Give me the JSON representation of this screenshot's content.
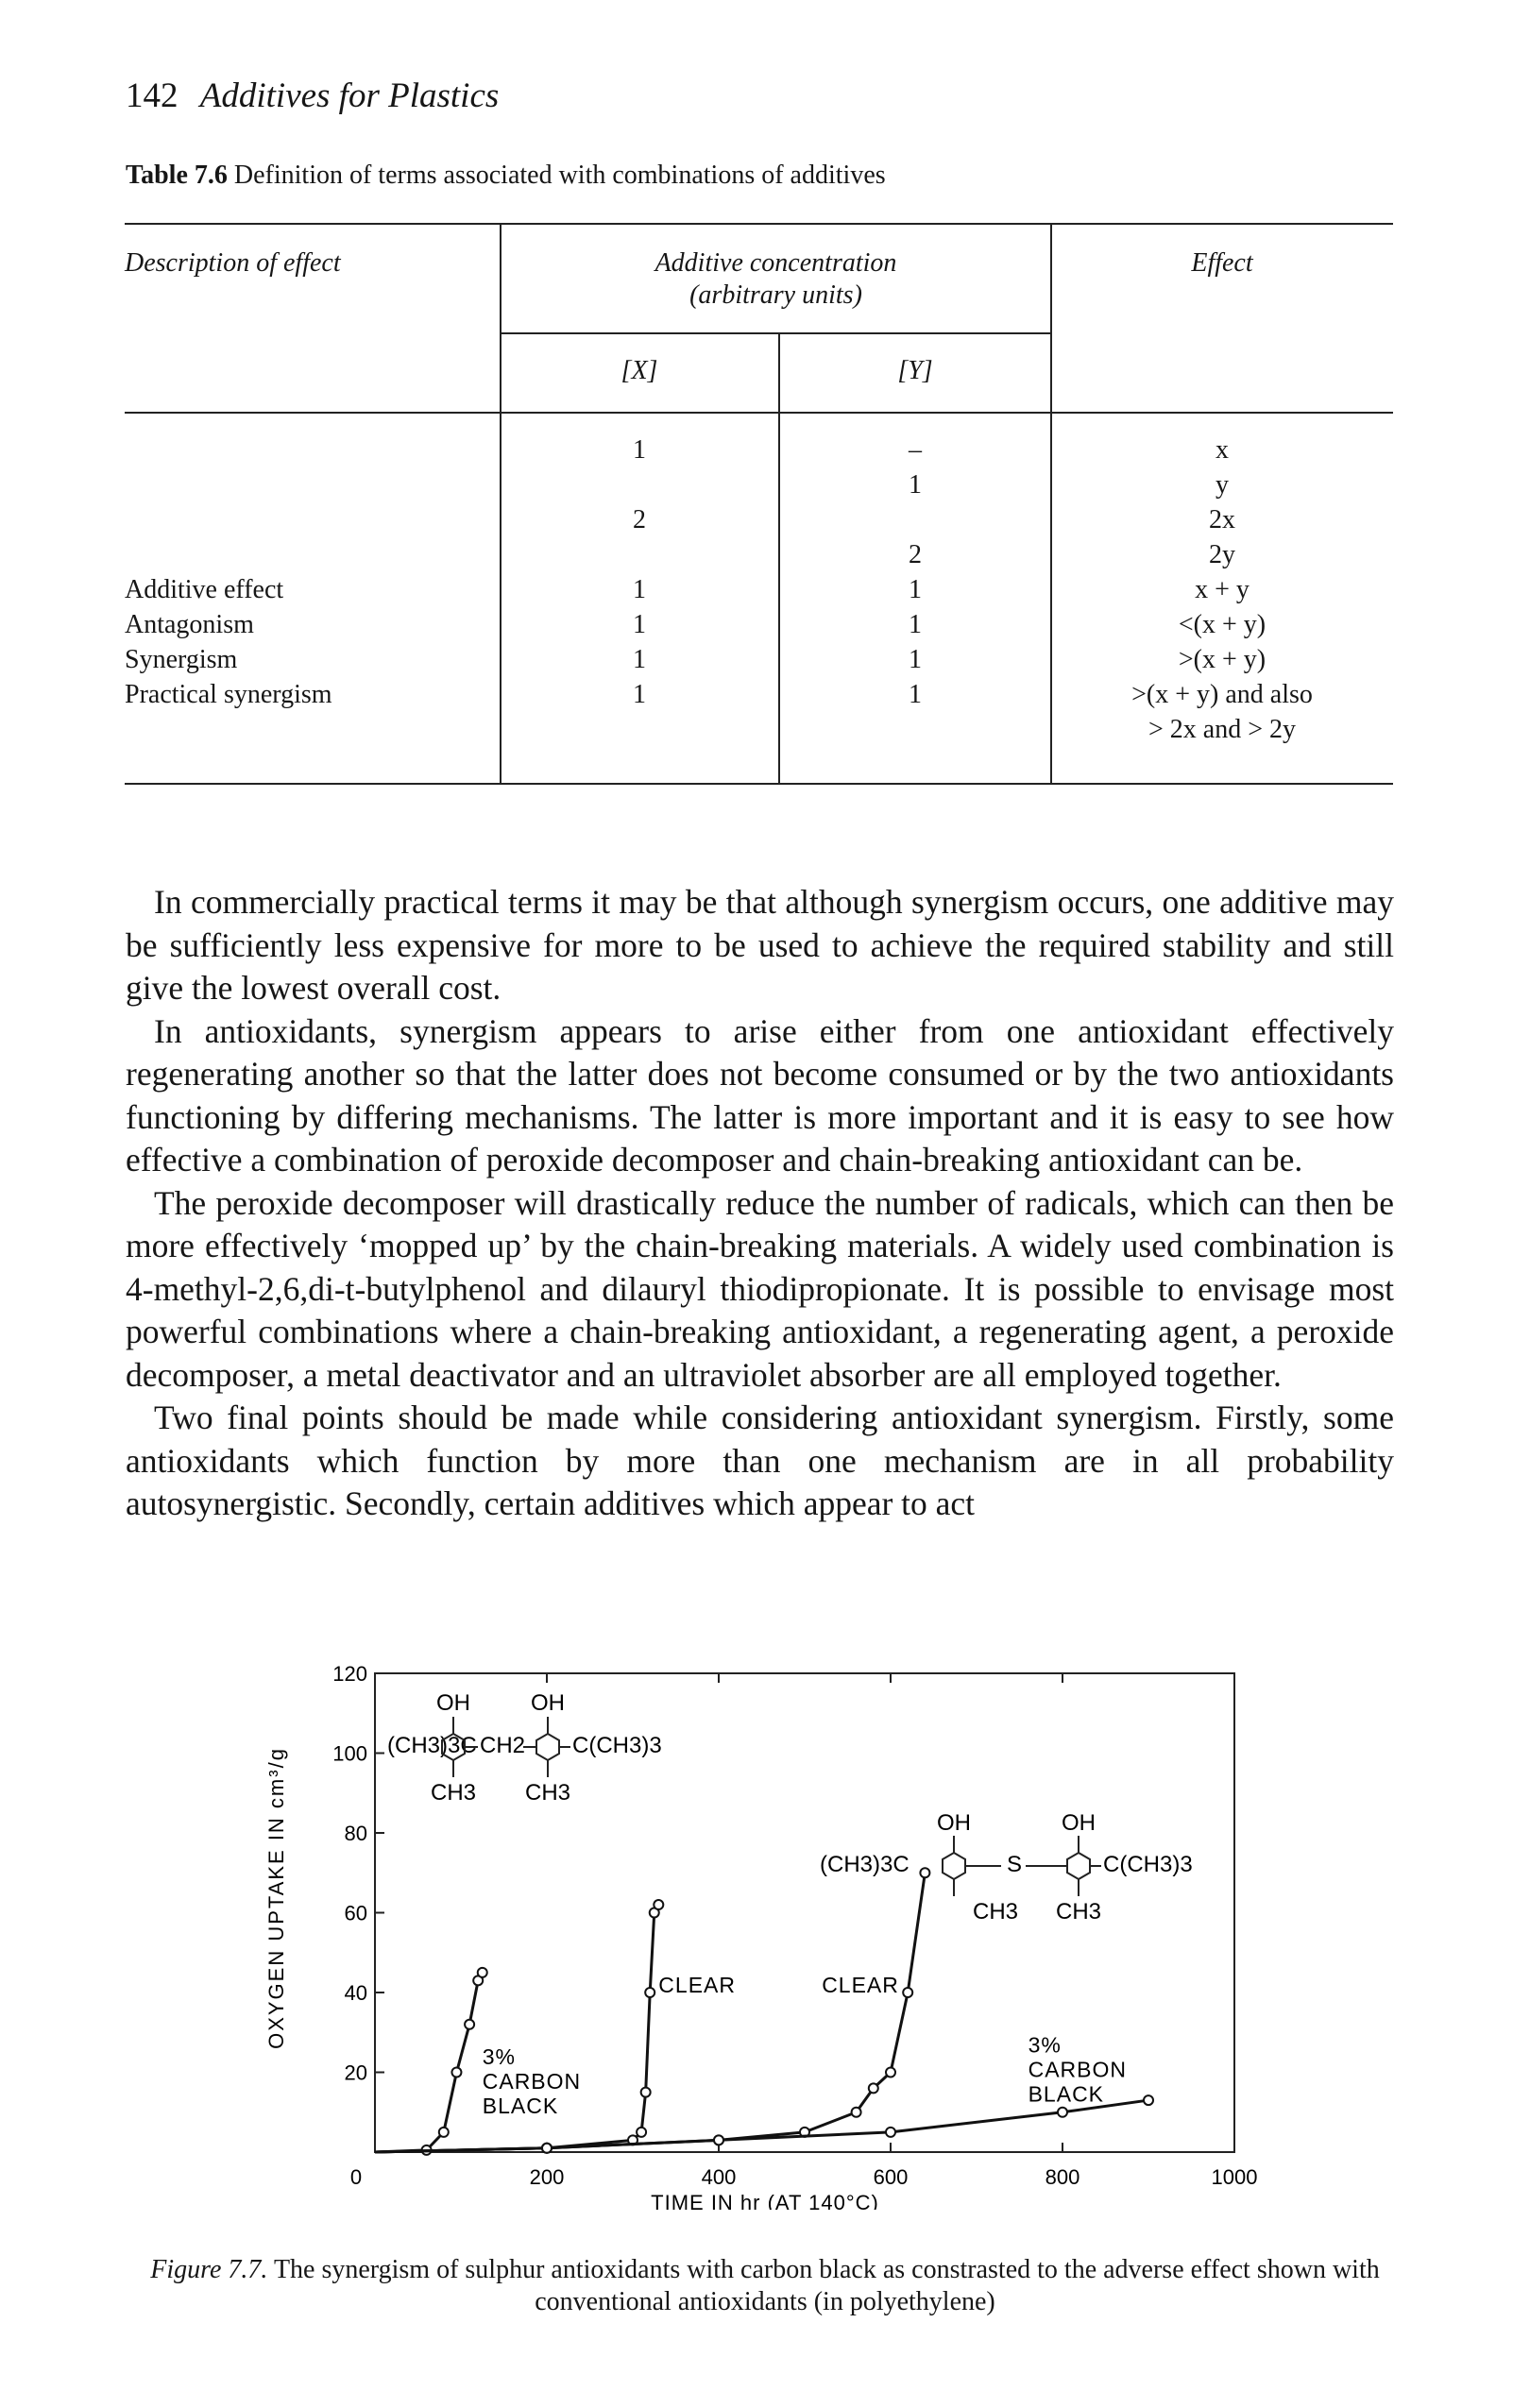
{
  "running_head": {
    "page_number": "142",
    "title": "Additives for Plastics"
  },
  "table": {
    "caption_label": "Table 7.6",
    "caption_text": "Definition of terms associated with combinations of additives",
    "headers": {
      "description": "Description of effect",
      "concentration_line1": "Additive concentration",
      "concentration_line2": "(arbitrary units)",
      "x": "[X]",
      "y": "[Y]",
      "effect": "Effect"
    },
    "rows": [
      {
        "description": "",
        "x": "1",
        "y": "–",
        "effect": "x"
      },
      {
        "description": "",
        "x": "",
        "y": "1",
        "effect": "y"
      },
      {
        "description": "",
        "x": "2",
        "y": "",
        "effect": "2x"
      },
      {
        "description": "",
        "x": "",
        "y": "2",
        "effect": "2y"
      },
      {
        "description": "Additive effect",
        "x": "1",
        "y": "1",
        "effect": "x + y"
      },
      {
        "description": "Antagonism",
        "x": "1",
        "y": "1",
        "effect": "<(x + y)"
      },
      {
        "description": "Synergism",
        "x": "1",
        "y": "1",
        "effect": ">(x + y)"
      },
      {
        "description": "Practical synergism",
        "x": "1",
        "y": "1",
        "effect": ">(x + y) and also"
      },
      {
        "description": "",
        "x": "",
        "y": "",
        "effect": "> 2x and > 2y"
      }
    ]
  },
  "paragraphs": [
    "In commercially practical terms it may be that although synergism occurs, one additive may be sufficiently less expensive for more to be used to achieve the required stability and still give the lowest overall cost.",
    "In antioxidants, synergism appears to arise either from one antioxidant effectively regenerating another so that the latter does not become consumed or by the two antioxidants functioning by differing mechanisms. The latter is more important and it is easy to see how effective a combination of peroxide decomposer and chain-breaking antioxidant can be.",
    "The peroxide decomposer will drastically reduce the number of radicals, which can then be more effectively ‘mopped up’ by the chain-breaking materials. A widely used combination is 4-methyl-2,6,di-t-butylphenol and dilauryl thiodipropionate. It is possible to envisage most powerful combinations where a chain-breaking antioxidant, a regenerating agent, a peroxide decomposer, a metal deactivator and an ultraviolet absorber are all employed together.",
    "Two final points should be made while considering antioxidant synergism. Firstly, some antioxidants which function by more than one mechanism are in all probability autosynergistic. Secondly, certain additives which appear to act"
  ],
  "figure": {
    "caption_label": "Figure 7.7.",
    "caption_text": "The synergism of sulphur antioxidants with carbon black as constrasted to the adverse effect shown with conventional antioxidants (in polyethylene)",
    "structure1": {
      "oh_left": "OH",
      "oh_right": "OH",
      "left_group": "(CH3)3C",
      "bridge": "CH2",
      "right_group": "C(CH3)3",
      "ch3_left": "CH3",
      "ch3_right": "CH3"
    },
    "structure2": {
      "oh_left": "OH",
      "oh_right": "OH",
      "left_group": "(CH3)3C",
      "bridge": "S",
      "right_group": "C(CH3)3",
      "ch3_left": "CH3",
      "ch3_right": "CH3"
    }
  },
  "chart_data": {
    "type": "line",
    "xlabel": "TIME IN hr (AT 140°C)",
    "ylabel": "OXYGEN UPTAKE IN cm³/g",
    "xlim": [
      0,
      1000
    ],
    "ylim": [
      0,
      120
    ],
    "x_ticks": [
      "0",
      "200",
      "400",
      "600",
      "800",
      "1000"
    ],
    "y_ticks": [
      "20",
      "40",
      "60",
      "80",
      "100",
      "120"
    ],
    "annotations": [
      {
        "text_lines": [
          "3%",
          "CARBON",
          "BLACK"
        ],
        "x": 125,
        "y": 22
      },
      {
        "text_lines": [
          "CLEAR"
        ],
        "x": 330,
        "y": 40
      },
      {
        "text_lines": [
          "CLEAR"
        ],
        "x": 520,
        "y": 40
      },
      {
        "text_lines": [
          "3%",
          "CARBON",
          "BLACK"
        ],
        "x": 760,
        "y": 25
      }
    ],
    "series": [
      {
        "x": [
          0,
          60,
          80,
          95,
          110,
          120,
          125
        ],
        "y": [
          0,
          0.5,
          5,
          20,
          32,
          43,
          45
        ]
      },
      {
        "x": [
          0,
          200,
          300,
          310,
          315,
          320,
          325,
          330
        ],
        "y": [
          0,
          1,
          3,
          5,
          15,
          40,
          60,
          62
        ]
      },
      {
        "x": [
          0,
          200,
          400,
          500,
          560,
          580,
          600,
          620,
          640
        ],
        "y": [
          0,
          1,
          3,
          5,
          10,
          16,
          20,
          40,
          70
        ]
      },
      {
        "x": [
          0,
          200,
          400,
          600,
          800,
          900
        ],
        "y": [
          0,
          1,
          3,
          5,
          10,
          13
        ]
      }
    ]
  }
}
